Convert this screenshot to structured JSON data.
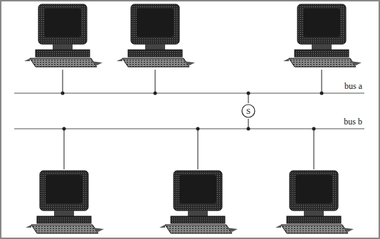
{
  "diagram": {
    "nodes": [
      {
        "text": [
          "S"
        ]
      }
    ],
    "labels": [
      "bus a",
      "bus b"
    ]
  }
}
